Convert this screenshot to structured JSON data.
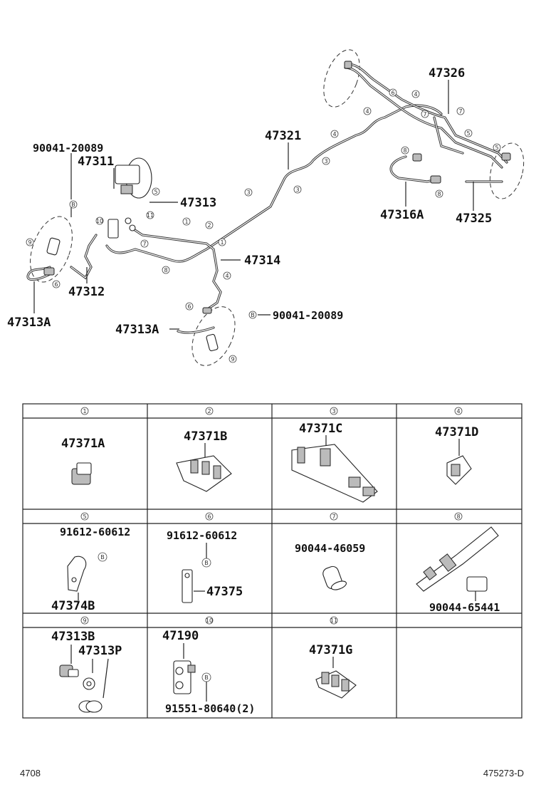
{
  "diagram": {
    "labels": {
      "p47326": "47326",
      "p47321": "47321",
      "p90041_a": "90041-20089",
      "p47311": "47311",
      "p47313": "47313",
      "p47316A": "47316A",
      "p47325": "47325",
      "p47314": "47314",
      "p47312": "47312",
      "p47313A_left": "47313A",
      "p47313A_mid": "47313A",
      "p90041_b": "90041-20089"
    },
    "markers": {
      "m1": "1",
      "m2": "2",
      "m3": "3",
      "m4": "4",
      "m5": "5",
      "m6": "6",
      "m7": "7",
      "m8": "8",
      "m9": "9",
      "m10": "10",
      "m11": "11",
      "mB": "B"
    }
  },
  "table": {
    "headers": [
      "1",
      "2",
      "3",
      "4",
      "5",
      "6",
      "7",
      "8",
      "9",
      "10",
      "11",
      ""
    ],
    "cells": {
      "c1": [
        "47371A"
      ],
      "c2": [
        "47371B"
      ],
      "c3": [
        "47371C"
      ],
      "c4": [
        "47371D"
      ],
      "c5": [
        "91612-60612",
        "47374B"
      ],
      "c6": [
        "91612-60612",
        "47375"
      ],
      "c7": [
        "90044-46059"
      ],
      "c8": [
        "90044-65441"
      ],
      "c9": [
        "47313B",
        "47313P"
      ],
      "c10": [
        "47190",
        "91551-80640(2)"
      ],
      "c11": [
        "47371G"
      ]
    },
    "bmark": "B"
  },
  "footer": {
    "left": "4708",
    "right": "475273-D"
  }
}
